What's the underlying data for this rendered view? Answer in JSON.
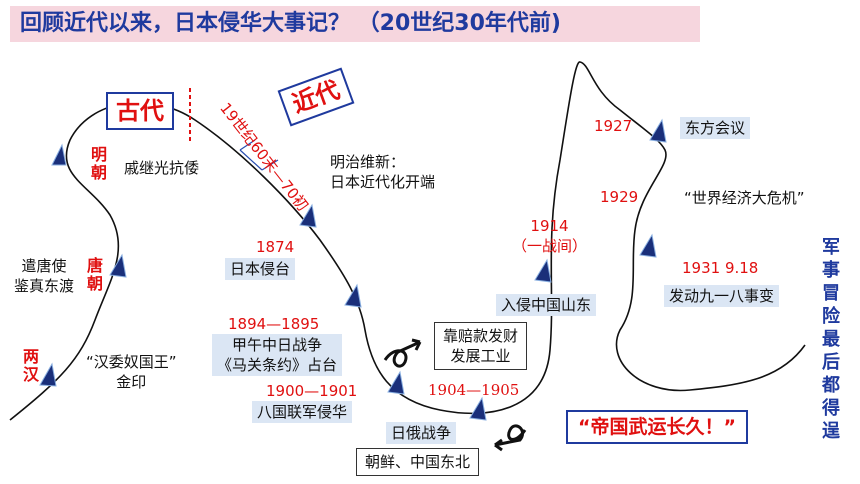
{
  "title": "回顾近代以来，日本侵华大事记？ （20世纪30年代前)",
  "eras": {
    "ancient": "古代",
    "modern": "近代"
  },
  "diagonal_note": "19世纪60末—70初",
  "dynasties": {
    "ming": [
      "明",
      "朝"
    ],
    "tang": [
      "唐",
      "朝"
    ],
    "han": [
      "两",
      "汉"
    ]
  },
  "events": {
    "qi_jiguang": "戚继光抗倭",
    "jianzhen": [
      "遣唐使",
      "鉴真东渡"
    ],
    "han_seal": [
      "“汉委奴国王”",
      "金印"
    ],
    "meiji": [
      "明治维新：",
      "日本近代化开端"
    ],
    "y1874": "1874",
    "invade_taiwan": "日本侵台",
    "y1894": "1894—1895",
    "sino_japanese_war": "甲午中日战争",
    "treaty": "《马关条约》占台",
    "y1900": "1900—1901",
    "eight_nation": "八国联军侵华",
    "indemnity": [
      "靠赔款发财",
      "发展工业"
    ],
    "y1904": "1904—1905",
    "russo_japanese_war": "日俄战争",
    "korea_ne_china": "朝鲜、中国东北",
    "y1914": [
      "1914",
      "（一战间）"
    ],
    "shandong": "入侵中国山东",
    "y1927": "1927",
    "east_conf": "东方会议",
    "y1929": "1929",
    "crisis": "“世界经济大危机”",
    "y1931": "1931  9.18",
    "sept18": "发动九一八事变"
  },
  "slogan": "“帝国武运长久！”",
  "side_note": [
    "军",
    "事",
    "冒",
    "险",
    "最",
    "后",
    "都",
    "得",
    "逞"
  ]
}
